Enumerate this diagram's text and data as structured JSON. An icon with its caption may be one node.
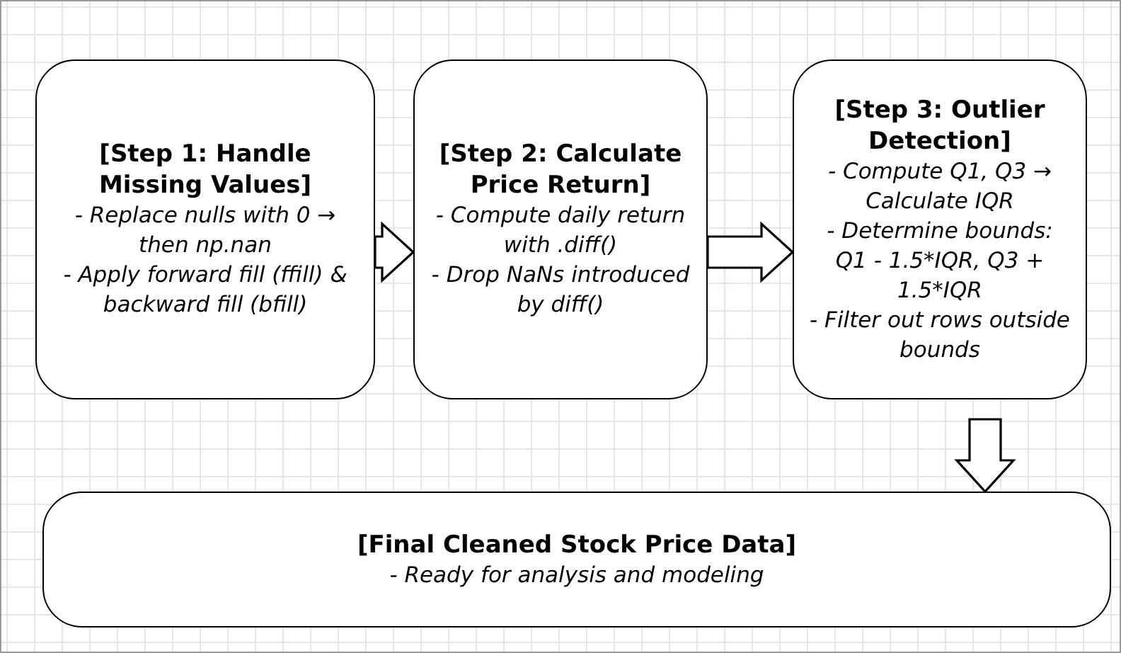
{
  "diagram": {
    "nodes": [
      {
        "text": [
          "[Step 1: Handle Missing Values]",
          "- Replace nulls with 0 → then np.nan",
          "- Apply forward fill (ffill) & backward fill (bfill)"
        ]
      },
      {
        "text": [
          "[Step 2: Calculate Price Return]",
          "- Compute daily return with .diff()",
          "- Drop NaNs introduced by diff()"
        ]
      },
      {
        "text": [
          "[Step 3: Outlier Detection]",
          "- Compute Q1, Q3 → Calculate IQR",
          "- Determine bounds: Q1 - 1.5*IQR, Q3 + 1.5*IQR",
          "- Filter out rows outside bounds"
        ]
      },
      {
        "text": [
          "[Final Cleaned Stock Price Data]",
          "- Ready for analysis and modeling"
        ]
      }
    ],
    "edges": [
      {
        "from": 0,
        "to": 1,
        "arrow": "to"
      },
      {
        "from": 1,
        "to": 2,
        "arrow": "to"
      },
      {
        "from": 2,
        "to": 3,
        "arrow": "to"
      }
    ]
  }
}
